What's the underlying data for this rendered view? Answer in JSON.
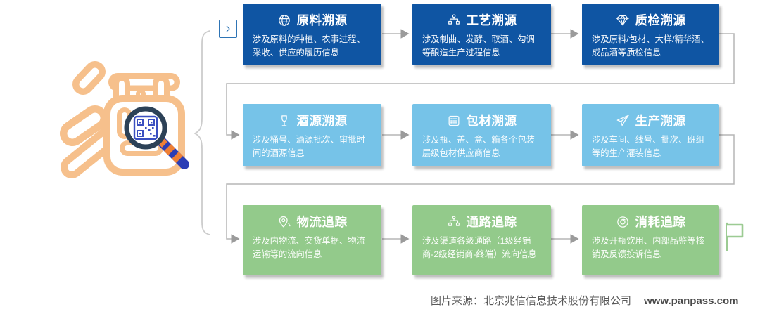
{
  "colors": {
    "row1_bg": "#0F55A3",
    "row2_bg": "#76C3E8",
    "row3_bg": "#93CA8B",
    "connector": "#B5B5B5",
    "arrowhead": "#9B9B9B",
    "entry_button_accent": "#2E74B5",
    "glyph_orange": "#F6C08C",
    "magnifier_rim": "#2C4157",
    "qr_blue": "#3A4FC0",
    "handle_blue": "#2B3DB5",
    "handle_orange": "#EE7F35",
    "flag_green": "#9CCB93"
  },
  "left_graphic": {
    "icon": "jiu-character-qr-magnifier-icon"
  },
  "entry_button": {
    "icon": "chevron-right-icon"
  },
  "brace": {
    "icon": "curly-brace-left-icon"
  },
  "flag": {
    "icon": "flag-icon"
  },
  "boxes": [
    {
      "row": 1,
      "icon": "globe-icon",
      "title": "原料溯源",
      "desc": "涉及原料的种植、农事过程、采收、供应的履历信息"
    },
    {
      "row": 1,
      "icon": "sitemap-icon",
      "title": "工艺溯源",
      "desc": "涉及制曲、发酵、取酒、勾调等酿造生产过程信息"
    },
    {
      "row": 1,
      "icon": "diamond-icon",
      "title": "质检溯源",
      "desc": "涉及原料/包材、大样/精华酒、成品酒等质检信息"
    },
    {
      "row": 2,
      "icon": "wine-glass-icon",
      "title": "酒源溯源",
      "desc": "涉及桶号、酒源批次、审批时间的酒源信息"
    },
    {
      "row": 2,
      "icon": "list-icon",
      "title": "包材溯源",
      "desc": "涉及瓶、盖、盒、箱各个包装层级包材供应商信息"
    },
    {
      "row": 2,
      "icon": "paper-plane-icon",
      "title": "生产溯源",
      "desc": "涉及车间、线号、批次、班组等的生产灌装信息"
    },
    {
      "row": 3,
      "icon": "location-pin-icon",
      "title": "物流追踪",
      "desc": "涉及内物流、交货单据、物流运输等的流向信息"
    },
    {
      "row": 3,
      "icon": "sitemap-icon",
      "title": "通路追踪",
      "desc": "涉及渠道各级通路（1级经销商-2级经销商-终端）流向信息"
    },
    {
      "row": 3,
      "icon": "compass-icon",
      "title": "消耗追踪",
      "desc": "涉及开瓶饮用、内部品鉴等核销及反馈投诉信息"
    }
  ],
  "source_note": {
    "prefix": "图片来源：北京兆信信息技术股份有限公司",
    "url": "www.panpass.com"
  }
}
